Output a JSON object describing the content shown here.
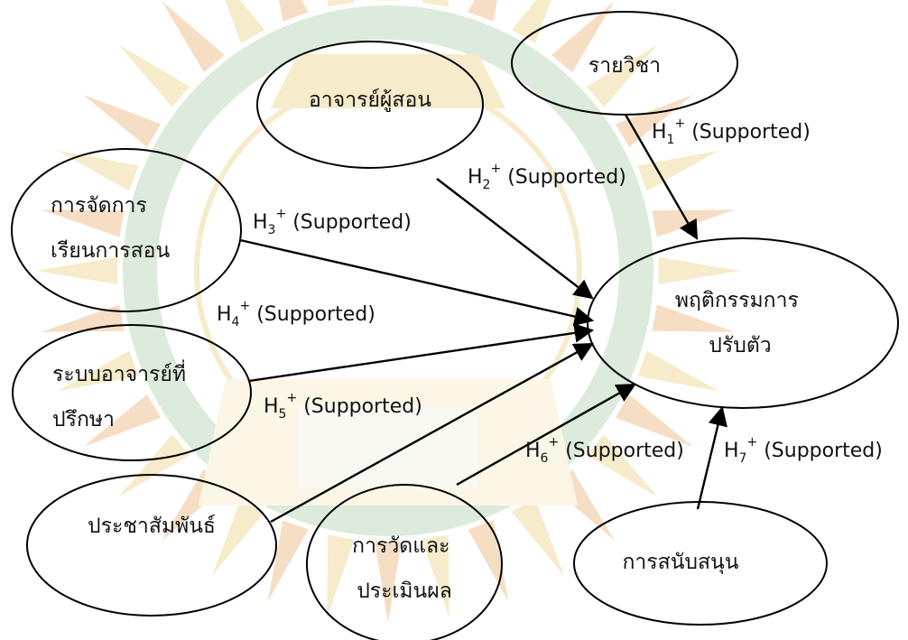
{
  "nodes": {
    "course": [
      "รายวิชา"
    ],
    "instructor": [
      "อาจารย์ผู้สอน"
    ],
    "teaching": [
      "การจัดการ",
      "เรียนการสอน"
    ],
    "advisor": [
      "ระบบอาจารย์ที่",
      "ปรึกษา"
    ],
    "pr": [
      "ประชาสัมพันธ์"
    ],
    "evaluation": [
      "การวัดและ",
      "ประเมินผล"
    ],
    "support": [
      "การสนับสนุน"
    ],
    "adaptation": [
      "พฤติกรรมการ",
      "ปรับตัว"
    ]
  },
  "hypotheses": [
    {
      "id": "H1",
      "base": "H",
      "sub": "1",
      "sup": "+",
      "status": "(Supported)"
    },
    {
      "id": "H2",
      "base": "H",
      "sub": "2",
      "sup": "+",
      "status": "(Supported)"
    },
    {
      "id": "H3",
      "base": "H",
      "sub": "3",
      "sup": "+",
      "status": "(Supported)"
    },
    {
      "id": "H4",
      "base": "H",
      "sub": "4",
      "sup": "+",
      "status": "(Supported)"
    },
    {
      "id": "H5",
      "base": "H",
      "sub": "5",
      "sup": "+",
      "status": "(Supported)"
    },
    {
      "id": "H6",
      "base": "H",
      "sub": "6",
      "sup": "+",
      "status": "(Supported)"
    },
    {
      "id": "H7",
      "base": "H",
      "sub": "7",
      "sup": "+",
      "status": "(Supported)"
    }
  ],
  "colors": {
    "stroke": "#000000",
    "watermark_gold": "#e8c86a",
    "watermark_green": "#9dc79b"
  }
}
